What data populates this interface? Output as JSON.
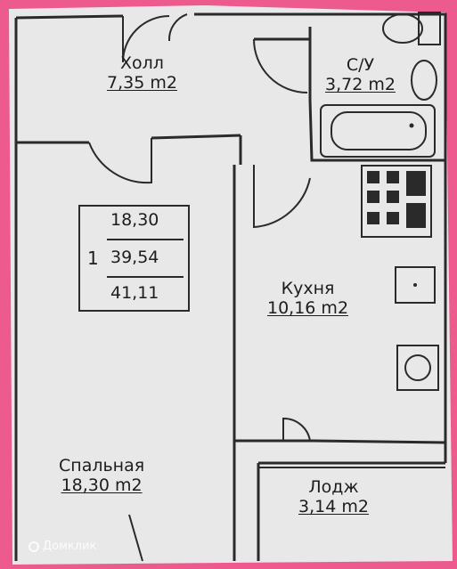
{
  "rooms": {
    "hall": {
      "name": "Холл",
      "area": "7,35 m2"
    },
    "bathroom": {
      "name": "С/У",
      "area": "3,72 m2"
    },
    "kitchen": {
      "name": "Кухня",
      "area": "10,16 m2"
    },
    "bedroom": {
      "name": "Спальная",
      "area": "18,30 m2"
    },
    "loggia": {
      "name": "Лодж",
      "area": "3,14 m2"
    }
  },
  "summary": {
    "room_count": "1",
    "living_area": "18,30",
    "total_area": "39,54",
    "total_with_loggia": "41,11"
  },
  "watermark": "Домклик",
  "colors": {
    "background": "#ec5a8e",
    "plan": "#e9e9e9",
    "lines": "#2a2a2a"
  }
}
